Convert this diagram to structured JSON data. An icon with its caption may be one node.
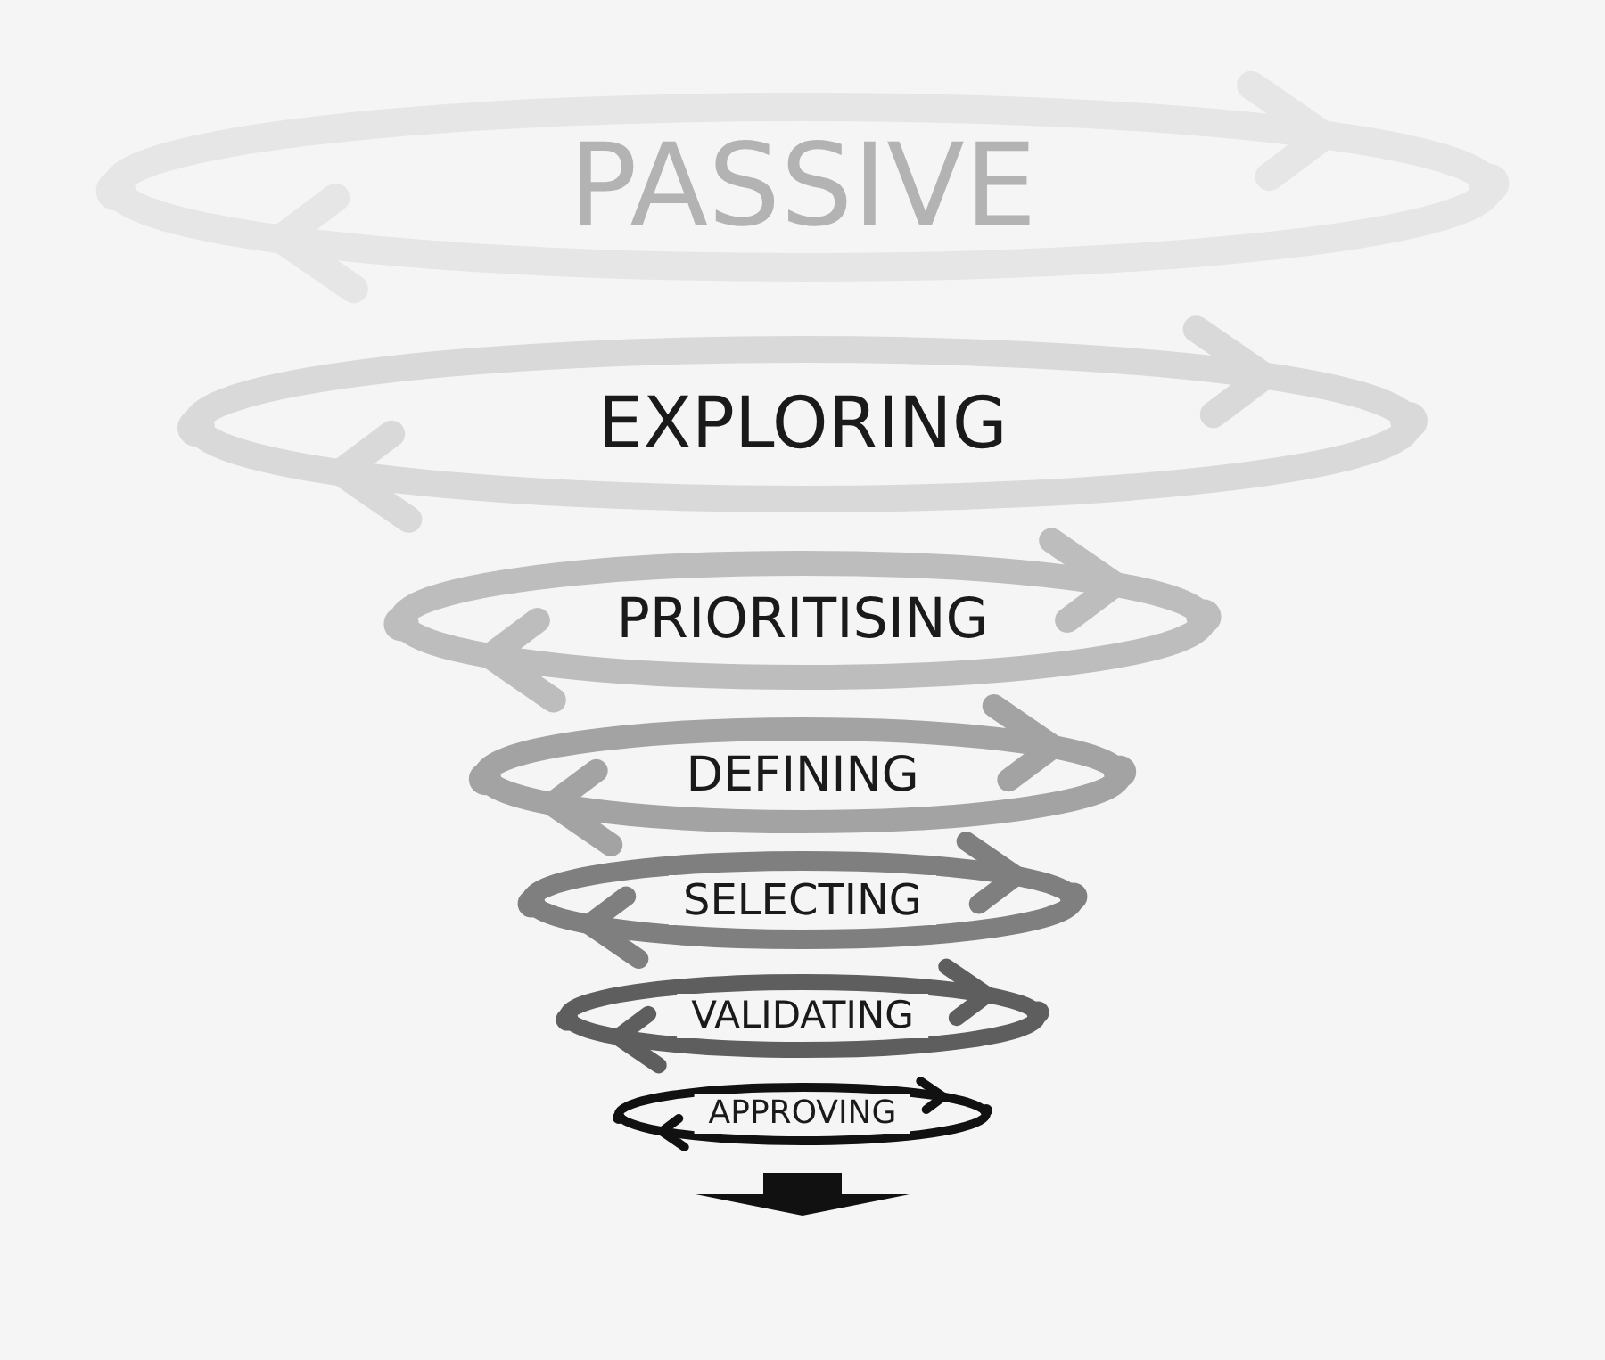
{
  "diagram": {
    "labels": [
      "PASSIVE",
      "EXPLORING",
      "PRIORITISING",
      "DEFINING",
      "SELECTING",
      "VALIDATING",
      "APPROVING"
    ]
  }
}
